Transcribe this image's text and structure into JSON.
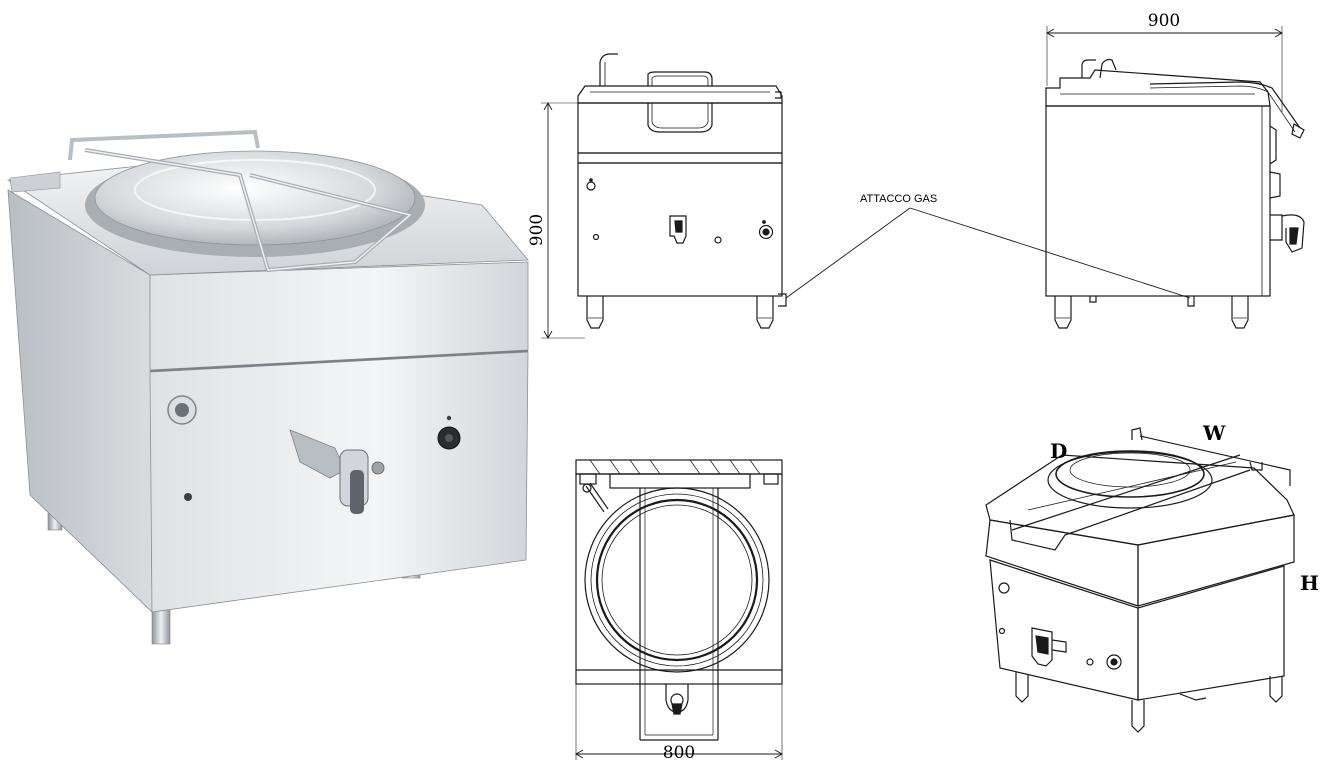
{
  "labels": {
    "front_height": "900",
    "side_width": "900",
    "top_width": "800",
    "gas_callout": "ATTACCO GAS",
    "iso_depth": "D",
    "iso_width": "W",
    "iso_height": "H"
  },
  "colors": {
    "line": "#1a1a1a",
    "steel_light": "#e9ecee",
    "steel_mid": "#c9cdd1",
    "steel_dark": "#8e9399",
    "knob": "#2b2d30"
  }
}
